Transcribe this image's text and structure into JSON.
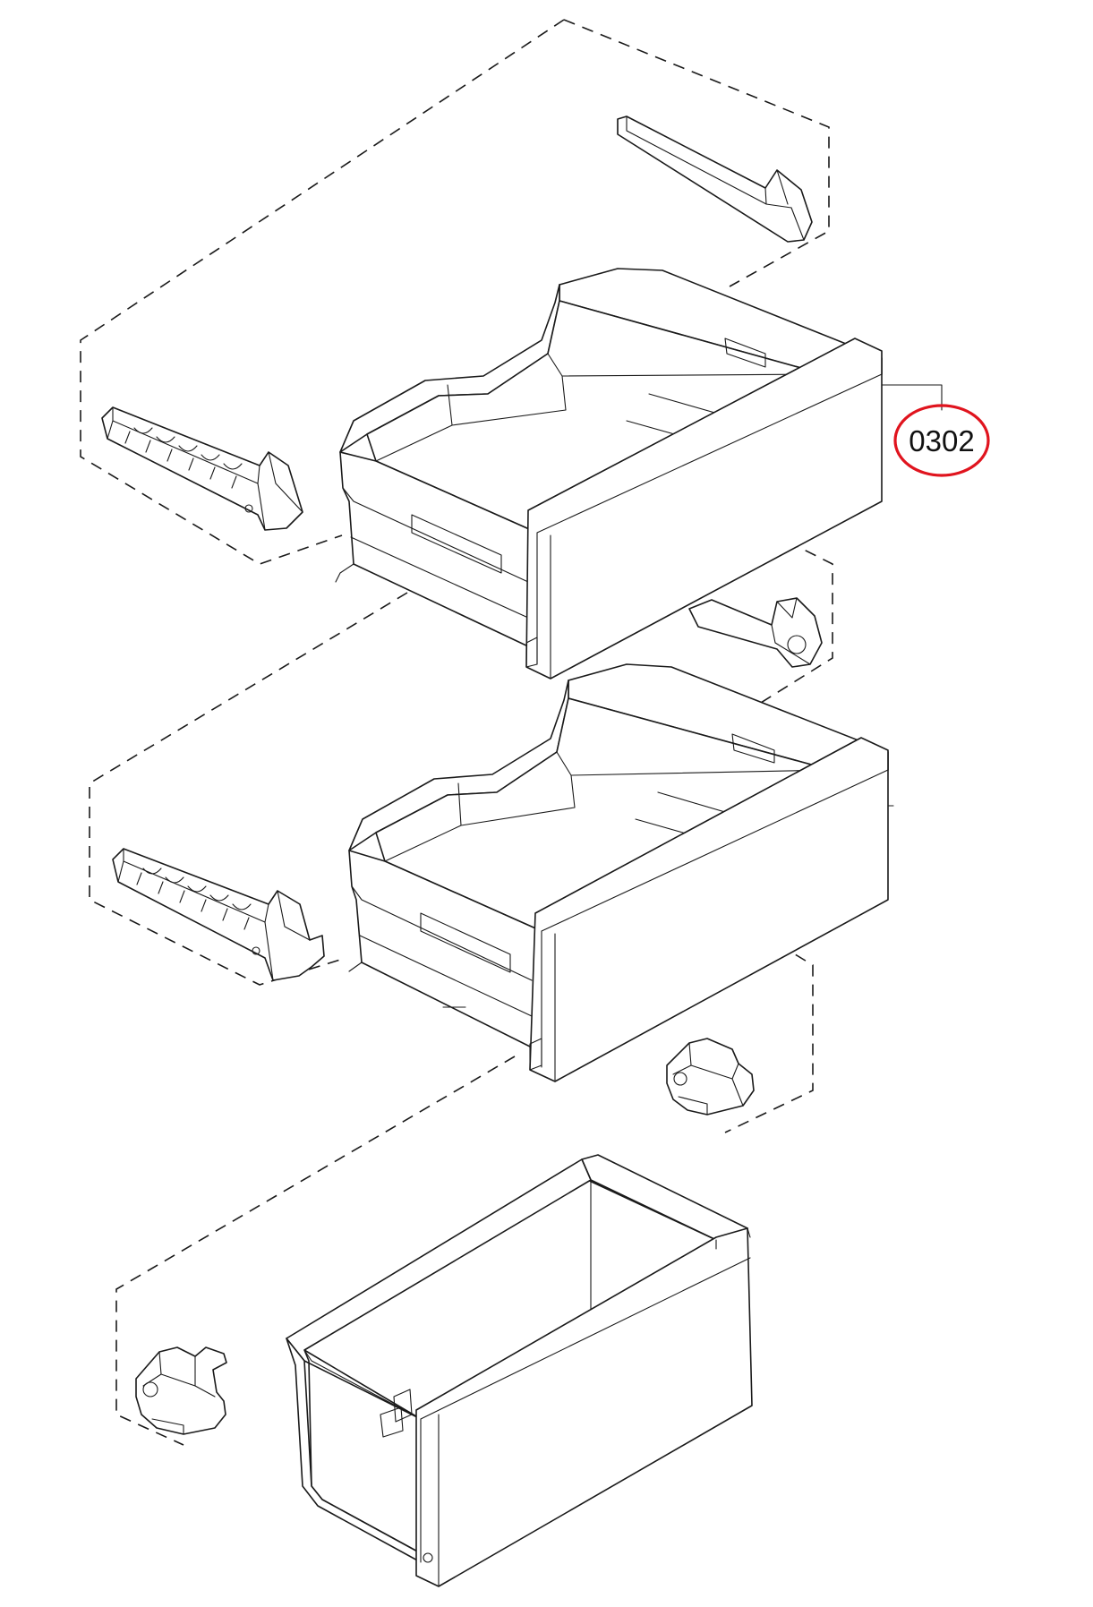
{
  "callout": {
    "part_number": "0302",
    "highlight_color": "#e0141e"
  },
  "parts": [
    {
      "name": "upper-drawer",
      "icon": "drawer-icon"
    },
    {
      "name": "middle-drawer",
      "icon": "drawer-icon"
    },
    {
      "name": "bottom-bin",
      "icon": "bin-icon"
    },
    {
      "name": "slide-rail-upper-right",
      "icon": "rail-icon"
    },
    {
      "name": "slide-rail-upper-left",
      "icon": "rail-icon"
    },
    {
      "name": "slide-rail-middle-left",
      "icon": "rail-icon"
    },
    {
      "name": "support-clip-middle-right",
      "icon": "clip-icon"
    },
    {
      "name": "support-clip-bottom-left",
      "icon": "clip-icon"
    }
  ]
}
